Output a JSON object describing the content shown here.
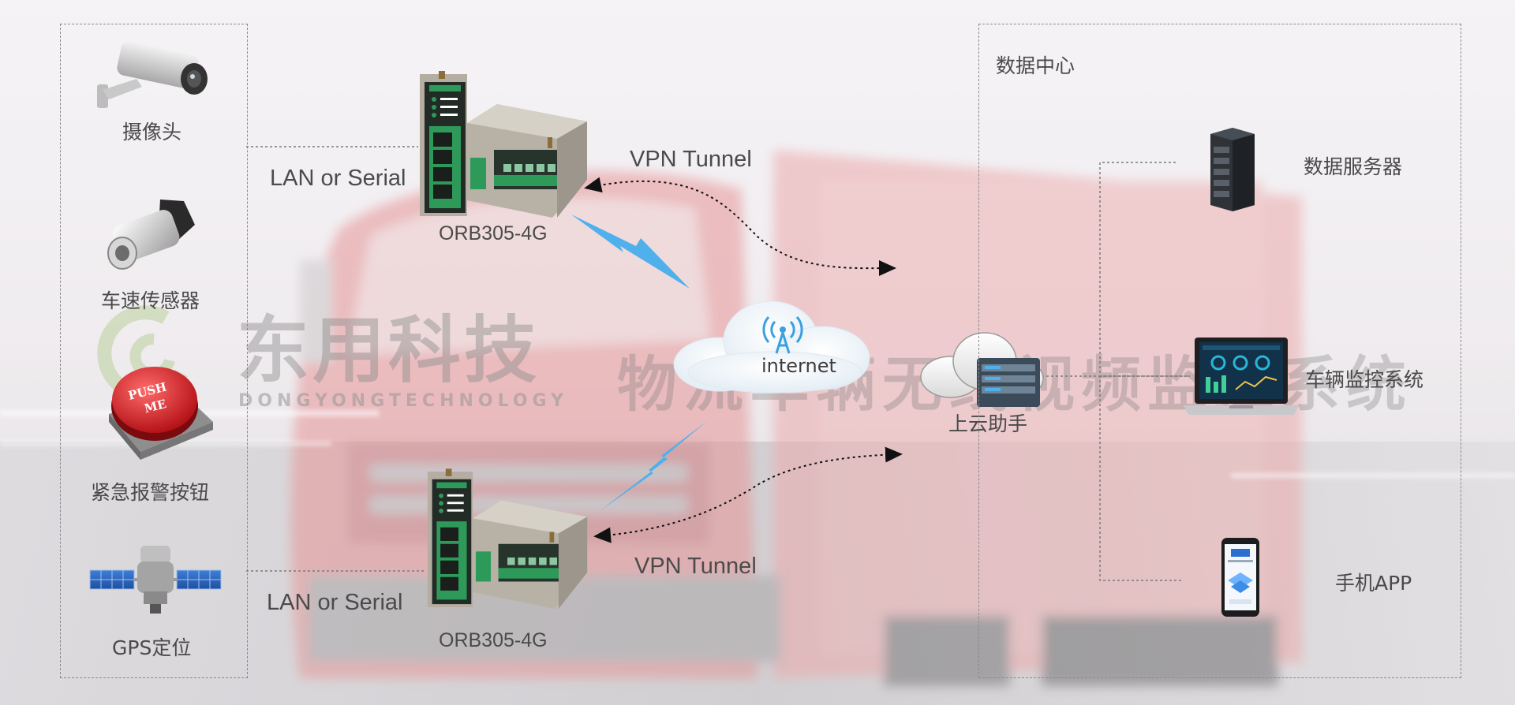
{
  "devices": {
    "camera_label": "摄像头",
    "speed_sensor_label": "车速传感器",
    "alarm_button_label": "紧急报警按钮",
    "alarm_button_text_1": "PUSH",
    "alarm_button_text_2": "ME",
    "gps_label": "GPS定位"
  },
  "top_link": {
    "lan_label": "LAN or Serial",
    "router_label": "ORB305-4G",
    "vpn_label": "VPN Tunnel"
  },
  "bottom_link": {
    "lan_label": "LAN or Serial",
    "router_label": "ORB305-4G",
    "vpn_label": "VPN Tunnel"
  },
  "internet_label": "internet",
  "cloud_helper_label": "上云助手",
  "data_center": {
    "title": "数据中心",
    "server_label": "数据服务器",
    "monitor_label": "车辆监控系统",
    "app_label": "手机APP"
  },
  "watermark": {
    "company_cn": "东用科技",
    "company_en": "DONGYONGTECHNOLOGY",
    "system_cn": "物流车辆无线视频监控系统"
  },
  "colors": {
    "label_gray": "#4a4a4a",
    "router_green": "#2e9a5a",
    "lightning_blue": "#4fb0ec",
    "truck_red": "#d9565a",
    "dashed_border": "#8a8a8a"
  }
}
